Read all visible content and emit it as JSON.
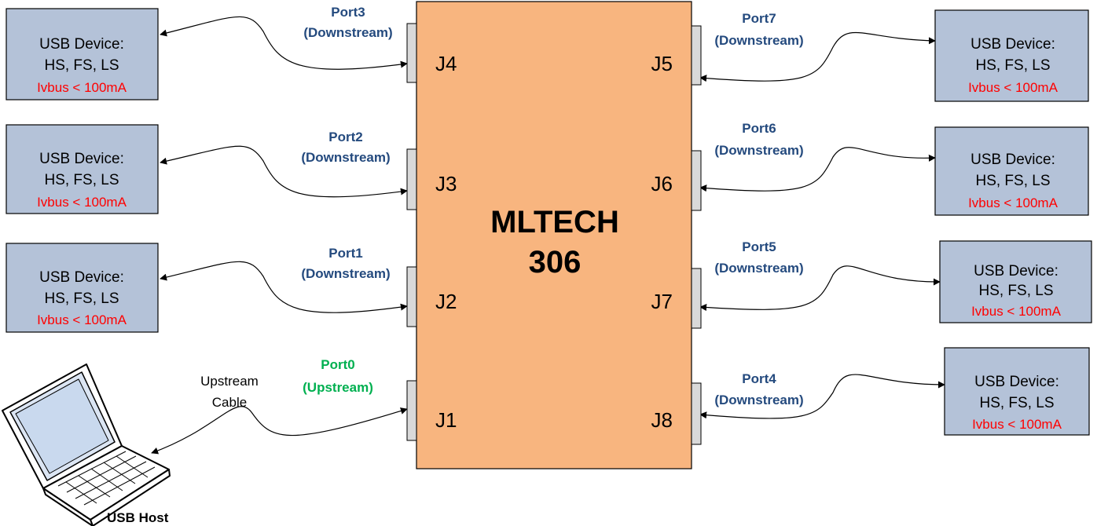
{
  "hub": {
    "name_line1": "MLTECH",
    "name_line2": "306"
  },
  "colors": {
    "hub_fill": "#f8b57f",
    "device_fill": "#b4c2d8",
    "downstream_label": "#244a7e",
    "upstream_label": "#00b050",
    "current_text": "#ff0000",
    "connector_fill": "#d9d9d9"
  },
  "ports": [
    {
      "jack": "J1",
      "label": "Port0",
      "direction": "(Upstream)",
      "kind": "upstream"
    },
    {
      "jack": "J2",
      "label": "Port1",
      "direction": "(Downstream)",
      "kind": "downstream"
    },
    {
      "jack": "J3",
      "label": "Port2",
      "direction": "(Downstream)",
      "kind": "downstream"
    },
    {
      "jack": "J4",
      "label": "Port3",
      "direction": "(Downstream)",
      "kind": "downstream"
    },
    {
      "jack": "J5",
      "label": "Port7",
      "direction": "(Downstream)",
      "kind": "downstream"
    },
    {
      "jack": "J6",
      "label": "Port6",
      "direction": "(Downstream)",
      "kind": "downstream"
    },
    {
      "jack": "J7",
      "label": "Port5",
      "direction": "(Downstream)",
      "kind": "downstream"
    },
    {
      "jack": "J8",
      "label": "Port4",
      "direction": "(Downstream)",
      "kind": "downstream"
    }
  ],
  "devices": [
    {
      "line1": "USB Device:",
      "line2": "HS, FS, LS",
      "current": "Ivbus < 100mA"
    },
    {
      "line1": "USB Device:",
      "line2": "HS, FS, LS",
      "current": "Ivbus < 100mA"
    },
    {
      "line1": "USB Device:",
      "line2": "HS, FS, LS",
      "current": "Ivbus < 100mA"
    },
    {
      "line1": "USB Device:",
      "line2": "HS, FS, LS",
      "current": "Ivbus < 100mA"
    },
    {
      "line1": "USB Device:",
      "line2": "HS, FS, LS",
      "current": "Ivbus < 100mA"
    },
    {
      "line1": "USB Device:",
      "line2": "HS, FS, LS",
      "current": "Ivbus < 100mA"
    },
    {
      "line1": "USB Device:",
      "line2": "HS, FS, LS",
      "current": "Ivbus < 100mA"
    }
  ],
  "upstream_cable": {
    "line1": "Upstream",
    "line2": "Cable"
  },
  "host": {
    "label": "USB Host",
    "icon": "laptop-icon"
  }
}
